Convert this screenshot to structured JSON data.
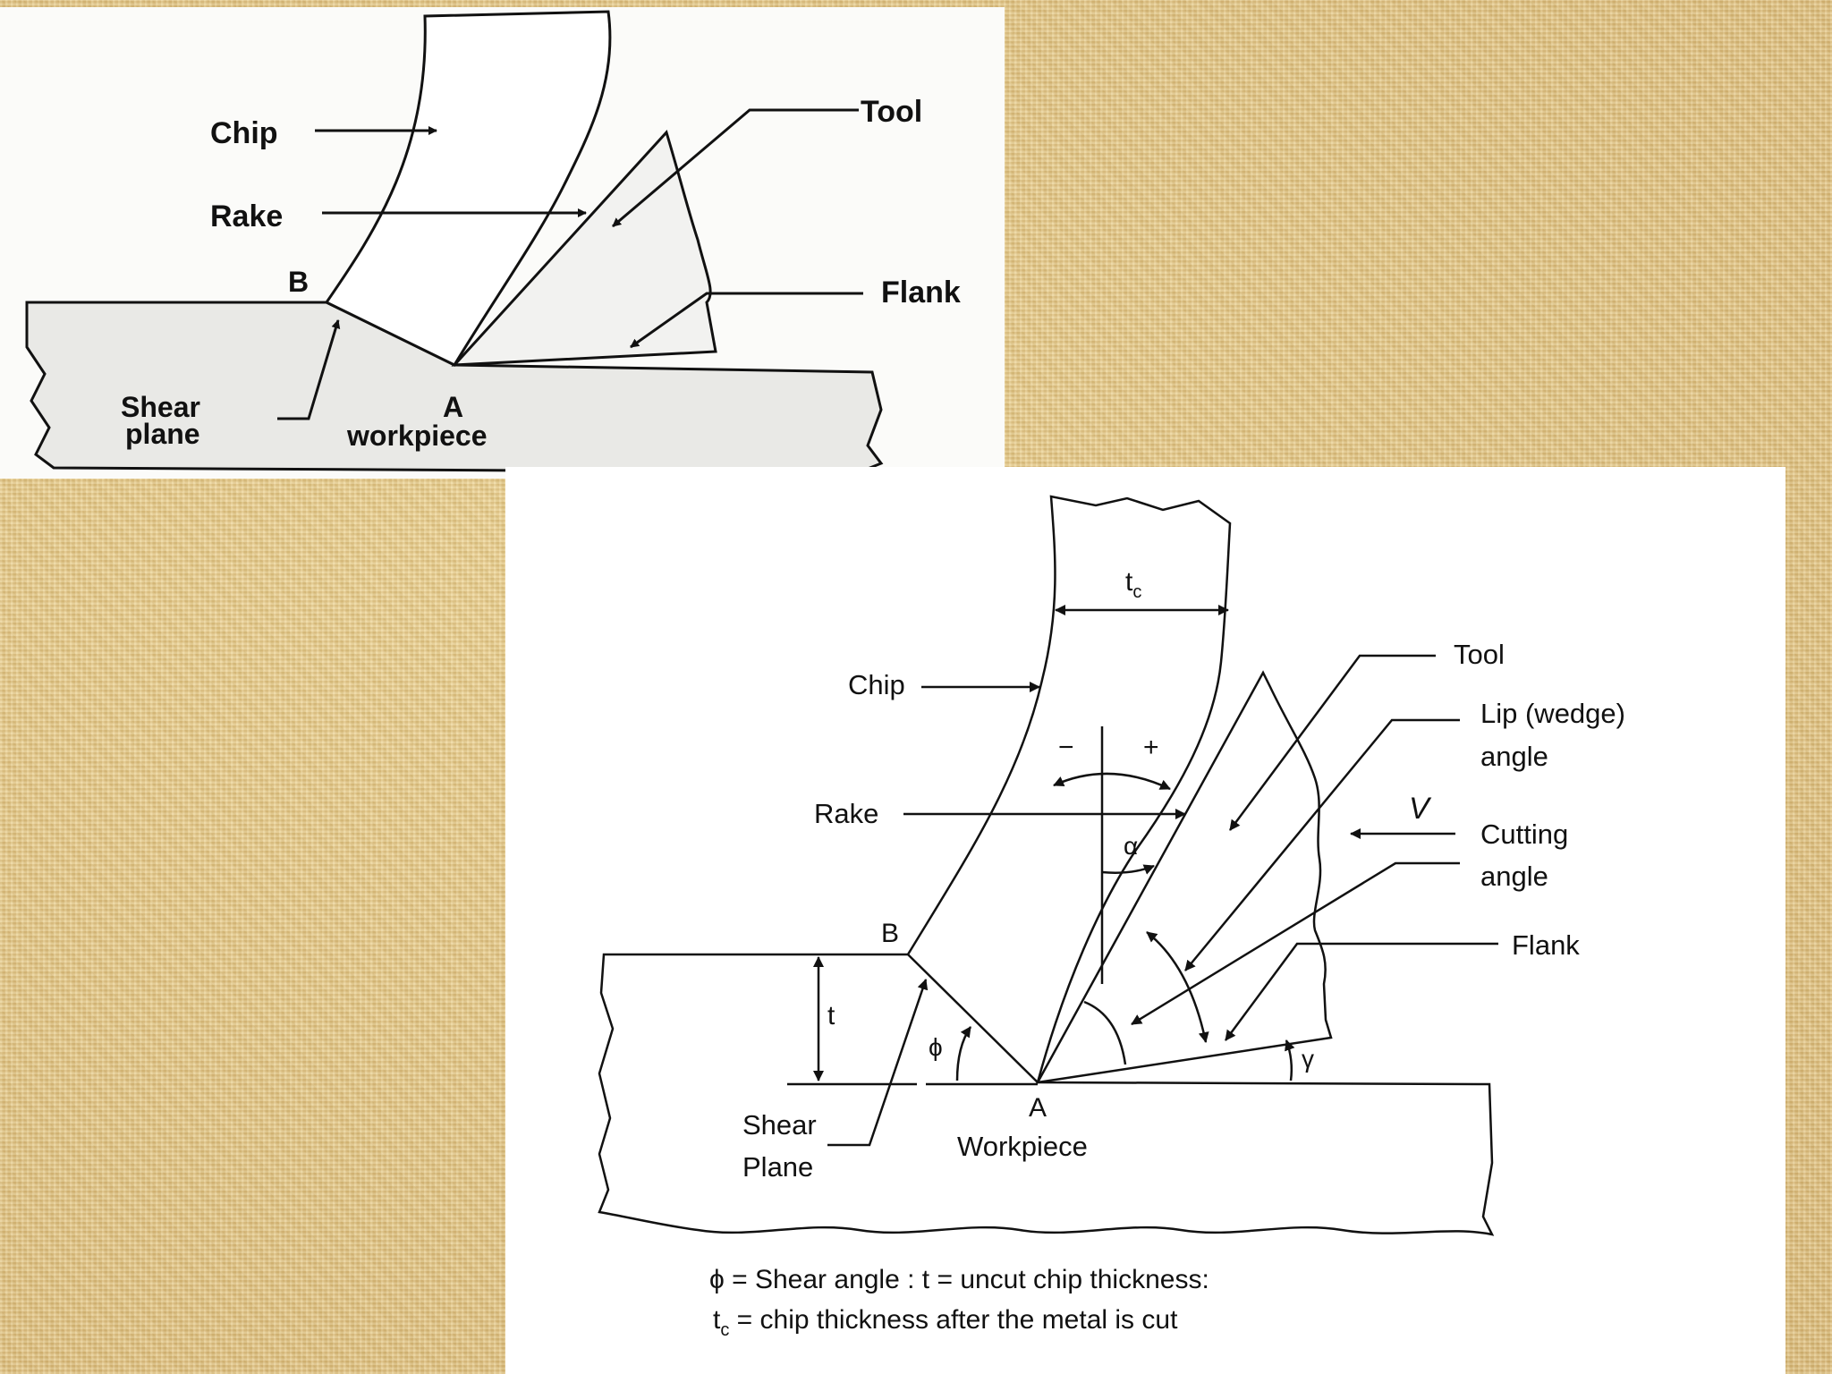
{
  "diagram_top": {
    "labels": {
      "chip": "Chip",
      "rake": "Rake",
      "tool": "Tool",
      "flank": "Flank",
      "b": "B",
      "a": "A",
      "workpiece": "workpiece",
      "shear_line1": "Shear",
      "shear_line2": "plane"
    }
  },
  "diagram_bottom": {
    "labels": {
      "tc": "t",
      "tc_sub": "c",
      "chip": "Chip",
      "rake": "Rake",
      "tool": "Tool",
      "lip_line1": "Lip (wedge)",
      "lip_line2": "angle",
      "velocity": "V",
      "cutting_line1": "Cutting",
      "cutting_line2": "angle",
      "flank": "Flank",
      "minus": "−",
      "plus": "+",
      "alpha": "α",
      "b": "B",
      "t": "t",
      "phi": "ϕ",
      "gamma": "γ",
      "a": "A",
      "workpiece": "Workpiece",
      "shear_line1": "Shear",
      "shear_line2": "Plane"
    },
    "caption": {
      "line1": "ϕ = Shear angle : t = uncut chip thickness:",
      "line2_tc": "t",
      "line2_sub": "c",
      "line2_rest": " = chip thickness after the metal is cut"
    }
  },
  "colors": {
    "background": "#e3c98f",
    "ink": "#111111",
    "panel": "#ffffff"
  }
}
